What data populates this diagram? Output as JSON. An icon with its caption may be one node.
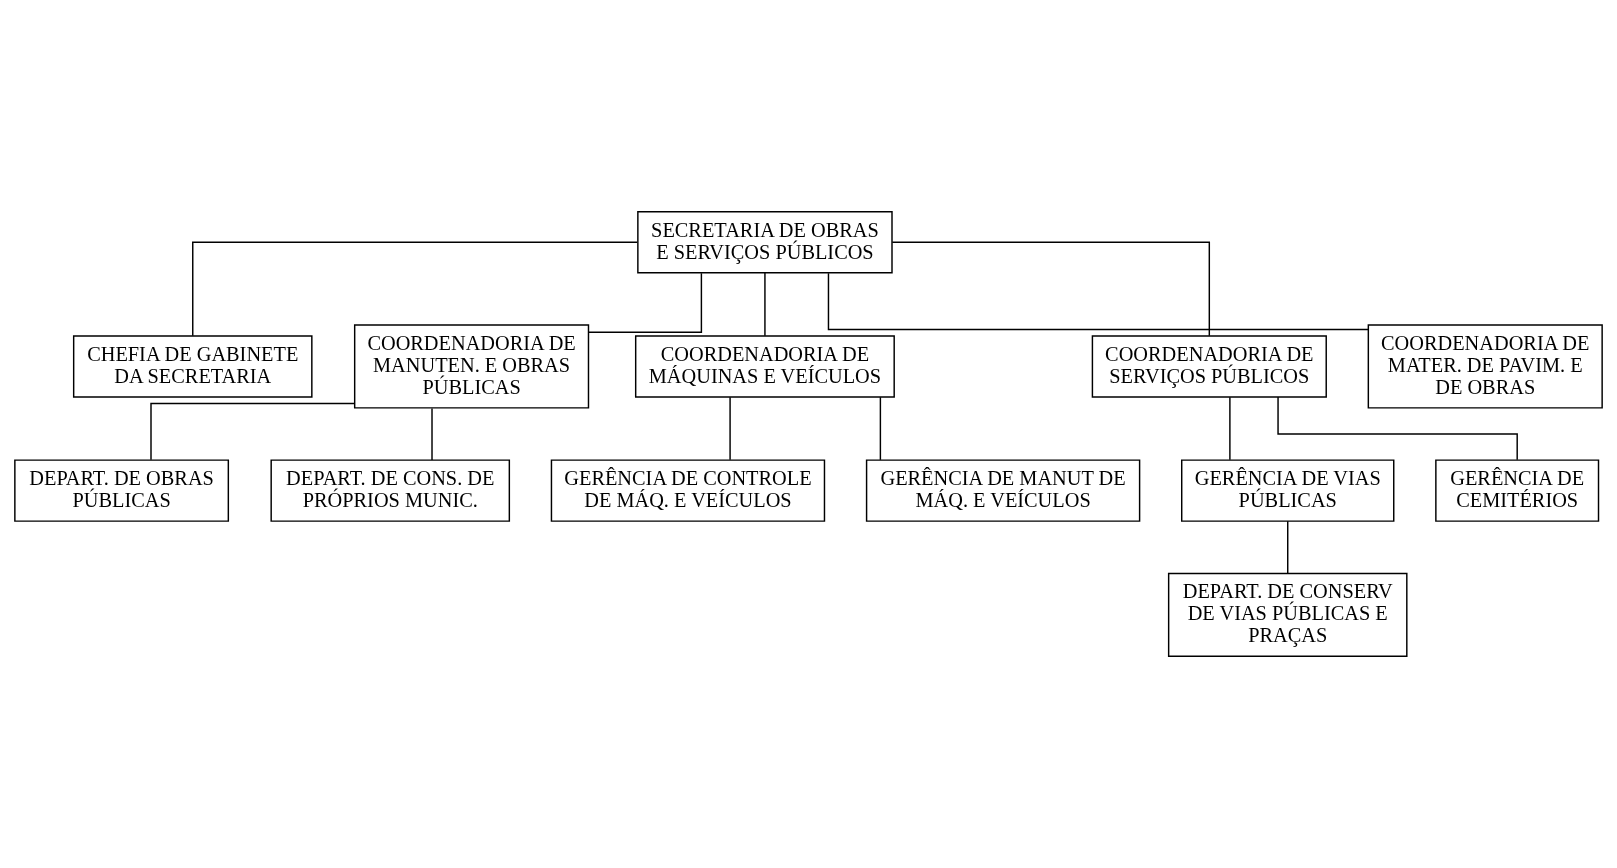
{
  "diagram": {
    "nodes": [
      {
        "text": [
          "SECRETARIA DE OBRAS E SERVIÇOS PÚBLICOS"
        ]
      },
      {
        "text": [
          "CHEFIA DE GABINETE DA SECRETARIA"
        ]
      },
      {
        "text": [
          "COORDENADORIA DE MANUTEN. E OBRAS PÚBLICAS"
        ]
      },
      {
        "text": [
          "COORDENADORIA DE MÁQUINAS E VEÍCULOS"
        ]
      },
      {
        "text": [
          "COORDENADORIA DE SERVIÇOS PÚBLICOS"
        ]
      },
      {
        "text": [
          "COORDENADORIA DE MATER. DE PAVIM. E DE OBRAS"
        ]
      },
      {
        "text": [
          "DEPART. DE OBRAS PÚBLICAS"
        ]
      },
      {
        "text": [
          "DEPART. DE CONS. DE PRÓPRIOS MUNIC."
        ]
      },
      {
        "text": [
          "GERÊNCIA DE CONTROLE DE MÁQ. E VEÍCULOS"
        ]
      },
      {
        "text": [
          "GERÊNCIA DE MANUT DE MÁQ. E VEÍCULOS"
        ]
      },
      {
        "text": [
          "GERÊNCIA DE VIAS PÚBLICAS"
        ]
      },
      {
        "text": [
          "DEPART. DE CONSERV DE VIAS PÚBLICAS E PRAÇAS"
        ]
      },
      {
        "text": [
          "GERÊNCIA DE CEMITÉRIOS"
        ]
      }
    ],
    "edges": [
      {
        "from": 0,
        "to": 1,
        "arrow": "none"
      },
      {
        "from": 0,
        "to": 2,
        "arrow": "none"
      },
      {
        "from": 0,
        "to": 3,
        "arrow": "none"
      },
      {
        "from": 0,
        "to": 4,
        "arrow": "none"
      },
      {
        "from": 0,
        "to": 5,
        "arrow": "none"
      },
      {
        "from": 2,
        "to": 6,
        "arrow": "none"
      },
      {
        "from": 2,
        "to": 7,
        "arrow": "none"
      },
      {
        "from": 3,
        "to": 8,
        "arrow": "none"
      },
      {
        "from": 3,
        "to": 9,
        "arrow": "none"
      },
      {
        "from": 4,
        "to": 10,
        "arrow": "none"
      },
      {
        "from": 10,
        "to": 11,
        "arrow": "none"
      },
      {
        "from": 4,
        "to": 12,
        "arrow": "none"
      }
    ]
  }
}
